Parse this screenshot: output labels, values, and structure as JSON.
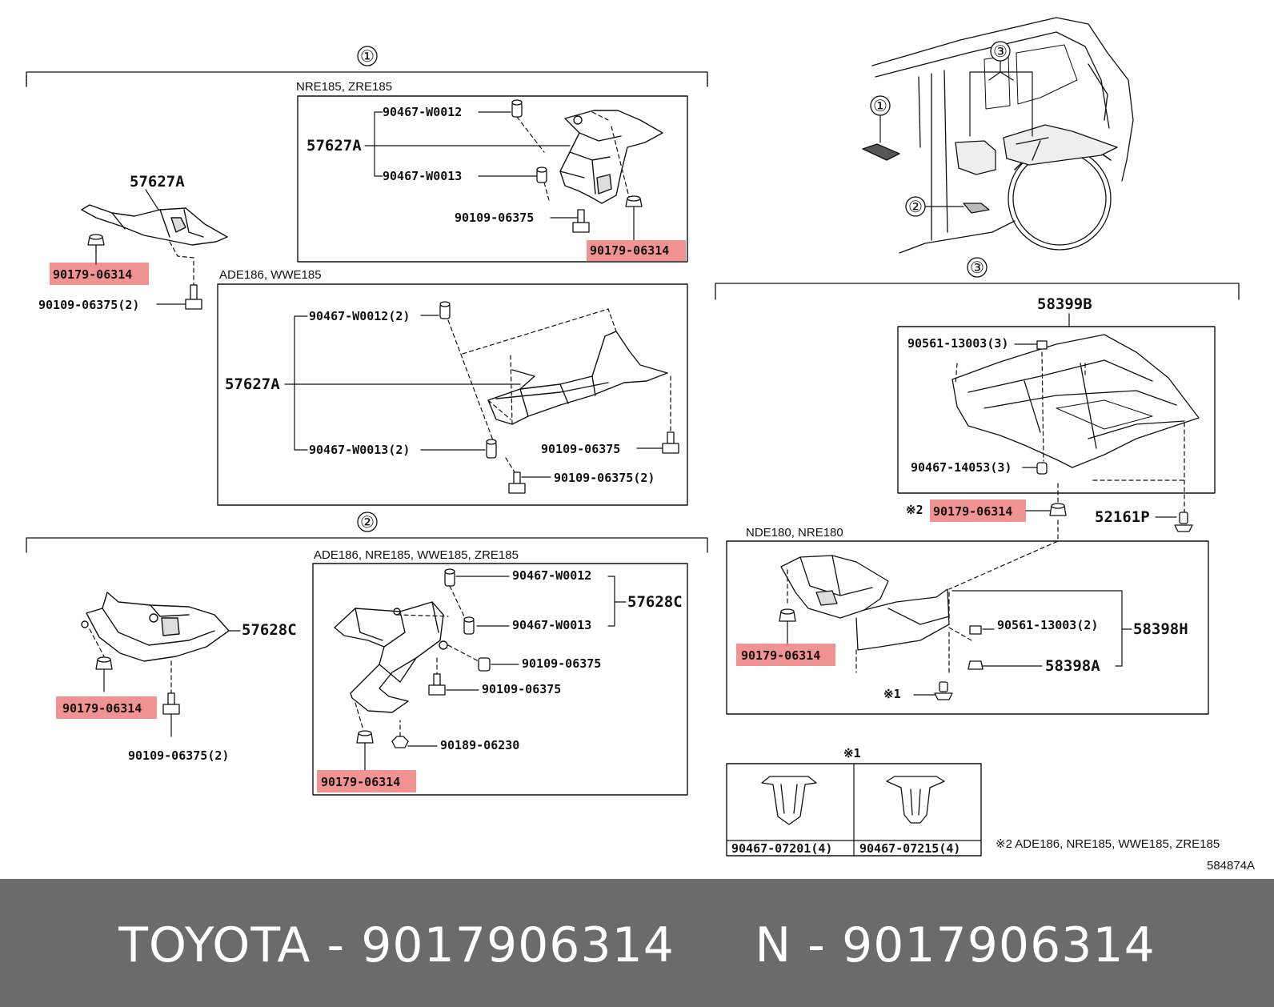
{
  "colors": {
    "highlight": "#f08080",
    "footer_bg": "#6b6b6b",
    "footer_text": "#ffffff",
    "line": "#111111"
  },
  "footer": {
    "text": "TOYOTA - 9017906314     N - 9017906314"
  },
  "diagram": {
    "group1": {
      "marker": "①",
      "main_label": "57627A",
      "main_nuts": "90179-06314",
      "main_bolts": "90109-06375(2)",
      "box_nre": {
        "title": "NRE185, ZRE185",
        "assembly": "57627A",
        "clip_a": "90467-W0012",
        "clip_b": "90467-W0013",
        "bolt": "90109-06375",
        "nut": "90179-06314"
      },
      "box_ade": {
        "title": "ADE186, WWE185",
        "assembly": "57627A",
        "clip_a": "90467-W0012(2)",
        "clip_b": "90467-W0013(2)",
        "bolt_a": "90109-06375",
        "bolt_b": "90109-06375(2)"
      }
    },
    "group2": {
      "marker": "②",
      "main_label": "57628C",
      "main_nut": "90179-06314",
      "main_bolts": "90109-06375(2)",
      "box": {
        "title": "ADE186, NRE185, WWE185, ZRE185",
        "assembly": "57628C",
        "clip_a": "90467-W0012",
        "clip_b": "90467-W0013",
        "bolt_a": "90109-06375",
        "bolt_b": "90109-06375",
        "grommet": "90189-06230",
        "nut": "90179-06314"
      }
    },
    "group3": {
      "marker": "③",
      "main_label": "58399B",
      "nut_a": "90561-13003(3)",
      "clip": "90467-14053(3)",
      "note2_prefix": "※2",
      "nut_highlight": "90179-06314",
      "screw": "52161P",
      "box": {
        "title": "NDE180, NRE180",
        "nut_b": "90561-13003(2)",
        "assembly": "58398H",
        "sub": "58398A",
        "nut_highlight": "90179-06314",
        "clip_mark": "※1"
      }
    },
    "car_markers": {
      "m1": "①",
      "m2": "②",
      "m3": "③"
    },
    "clips_table": {
      "title": "※1",
      "left_label": "90467-07201(4)",
      "right_label": "90467-07215(4)"
    },
    "note2": "※2 ADE186, NRE185, WWE185, ZRE185",
    "ref_code": "584874A"
  }
}
